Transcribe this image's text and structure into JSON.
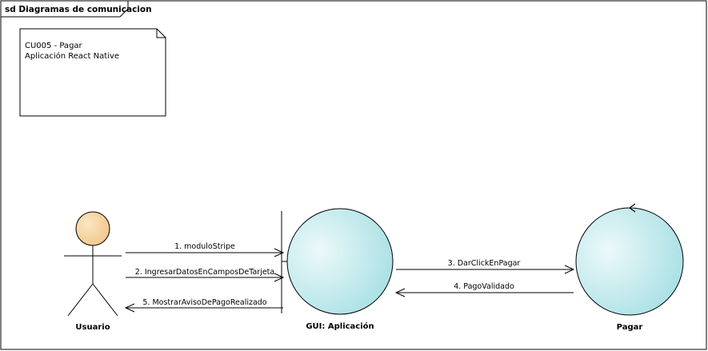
{
  "frame": {
    "title": "sd Diagramas de comunicacion"
  },
  "note": {
    "line1": "CU005 - Pagar",
    "line2": "Aplicación React Native"
  },
  "actors": [
    {
      "name": "Usuario"
    }
  ],
  "objects": [
    {
      "name": "GUI: Aplicación",
      "type": "boundary"
    },
    {
      "name": "Pagar",
      "type": "control"
    }
  ],
  "messages": [
    {
      "label": "1. moduloStripe",
      "from": "Usuario",
      "to": "GUI: Aplicación"
    },
    {
      "label": "2. IngresarDatosEnCamposDeTarjeta",
      "from": "Usuario",
      "to": "GUI: Aplicación"
    },
    {
      "label": "3. DarClickEnPagar",
      "from": "GUI: Aplicación",
      "to": "Pagar"
    },
    {
      "label": "4. PagoValidado",
      "from": "Pagar",
      "to": "GUI: Aplicación"
    },
    {
      "label": "5. MostrarAvisoDePagoRealizado",
      "from": "GUI: Aplicación",
      "to": "Usuario"
    }
  ],
  "colors": {
    "object_fill_light": "#e4f6f8",
    "object_fill_dark": "#a8e2e6",
    "actor_head": "#f8d8a8",
    "stroke": "#000000"
  }
}
